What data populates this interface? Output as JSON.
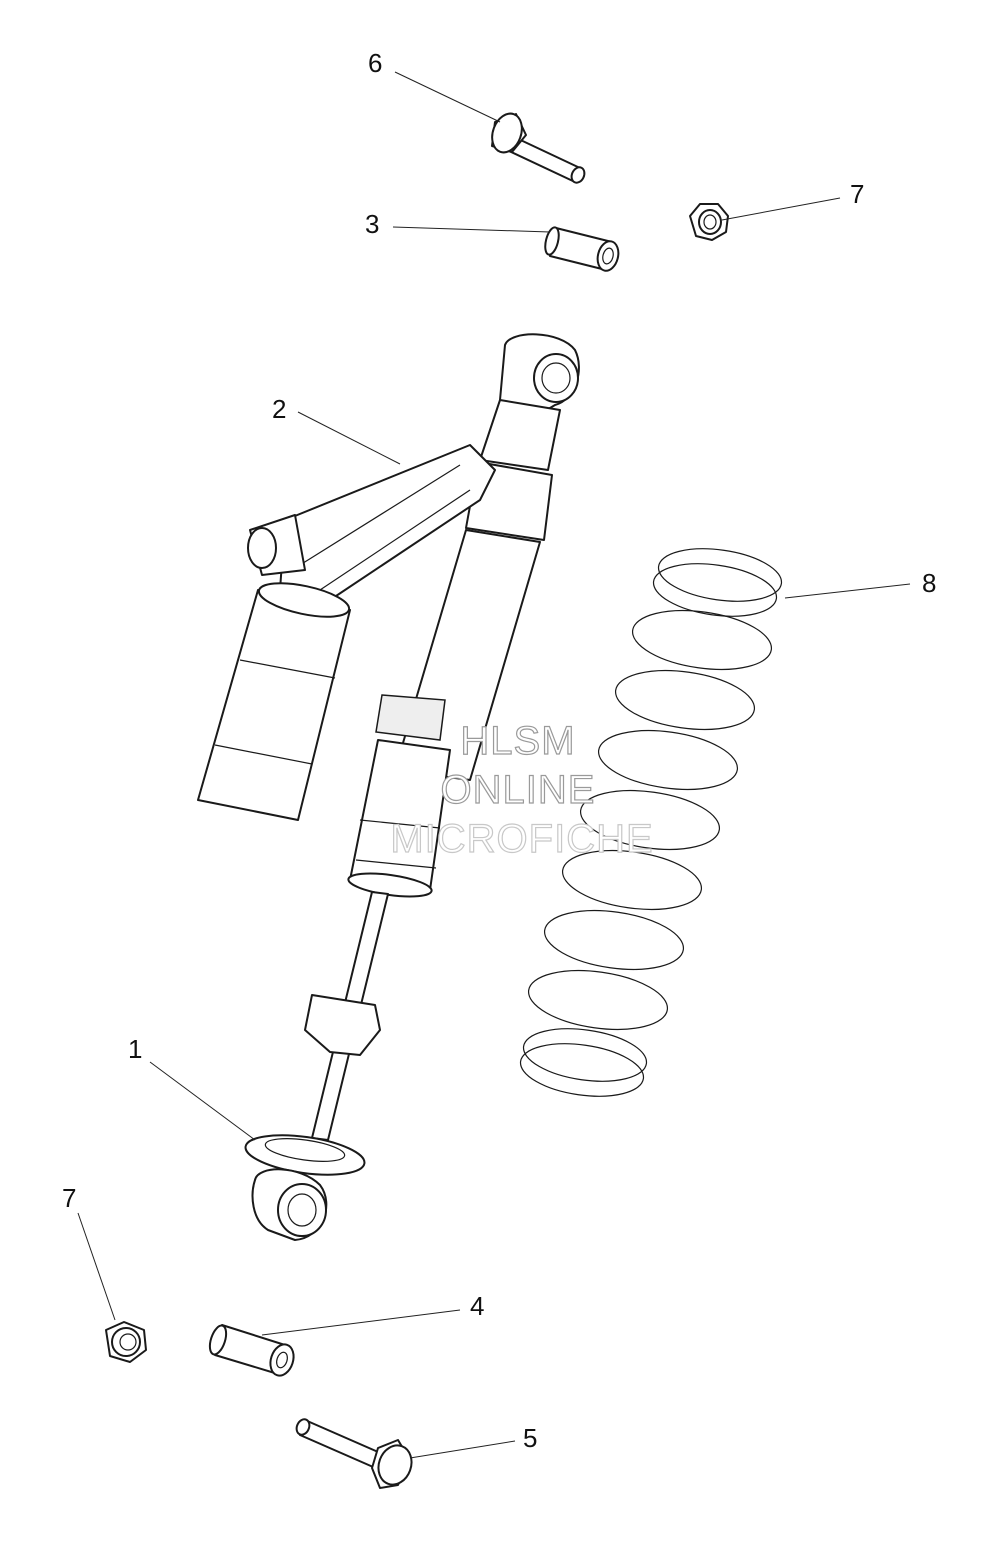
{
  "diagram": {
    "callouts": [
      {
        "id": "6",
        "label": "6"
      },
      {
        "id": "7a",
        "label": "7"
      },
      {
        "id": "3",
        "label": "3"
      },
      {
        "id": "2",
        "label": "2"
      },
      {
        "id": "8",
        "label": "8"
      },
      {
        "id": "1",
        "label": "1"
      },
      {
        "id": "7b",
        "label": "7"
      },
      {
        "id": "4",
        "label": "4"
      },
      {
        "id": "5",
        "label": "5"
      }
    ]
  },
  "watermark": {
    "line1": "HLSM",
    "line2": "ONLINE",
    "line3": "MICROFICHE"
  }
}
